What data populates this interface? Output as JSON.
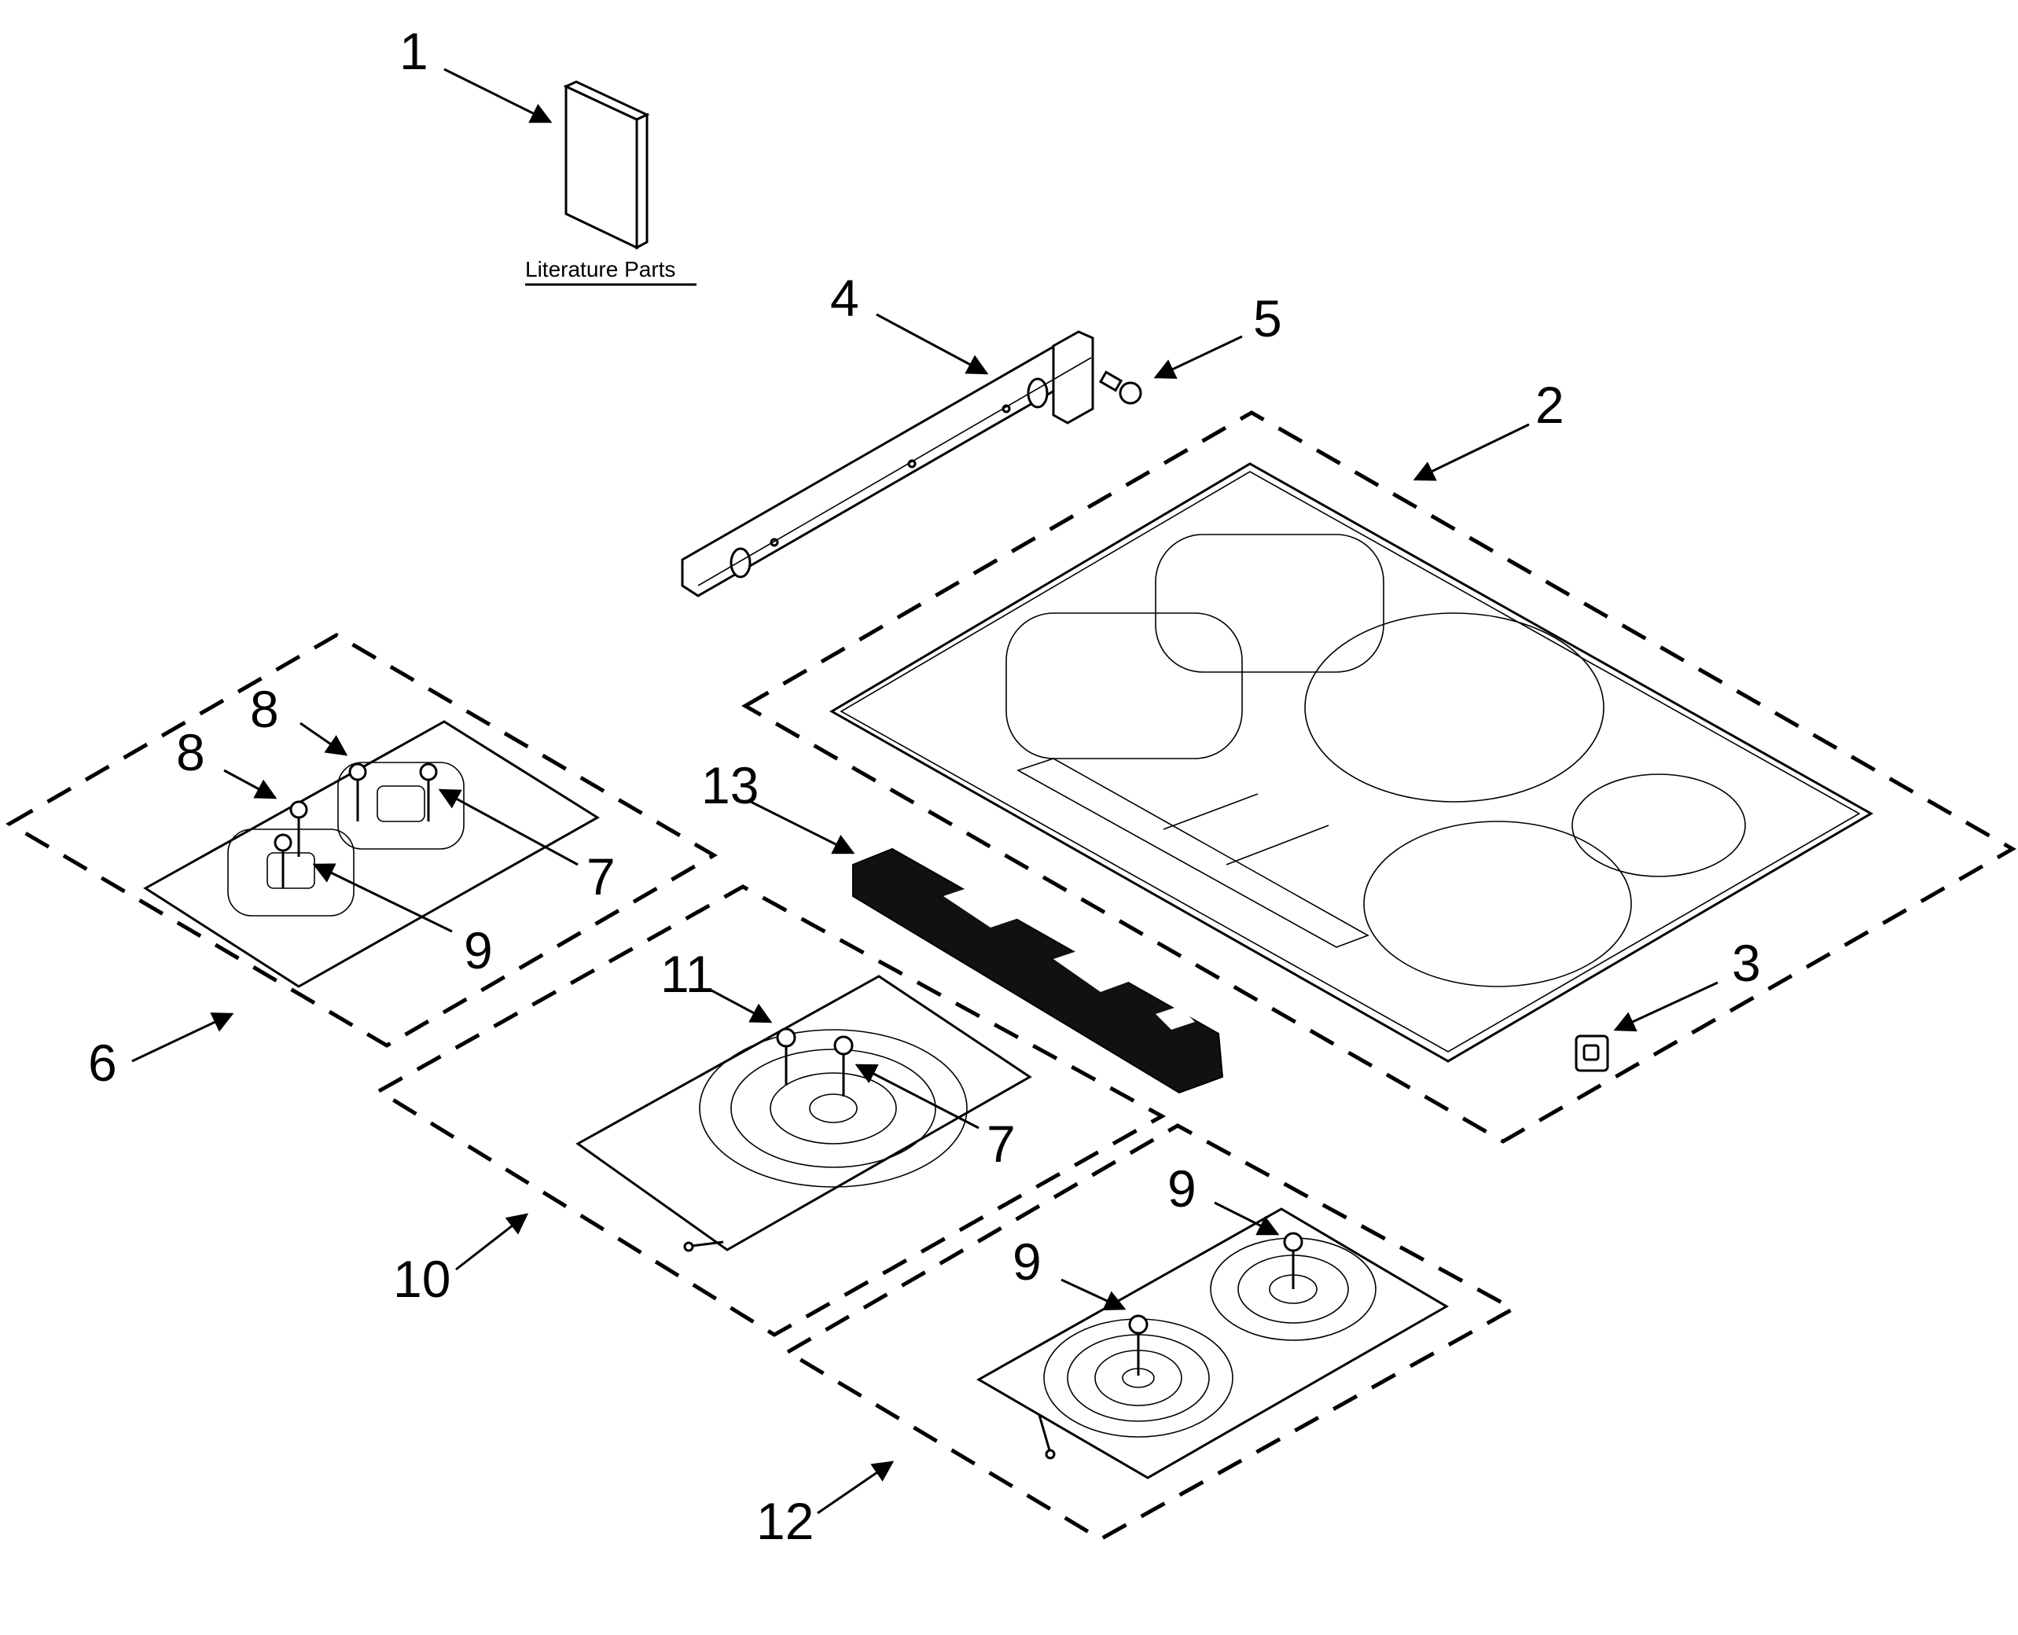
{
  "diagram": {
    "literature_label": "Literature Parts",
    "callouts": {
      "c1": "1",
      "c2": "2",
      "c3": "3",
      "c4": "4",
      "c5": "5",
      "c6": "6",
      "c7a": "7",
      "c7b": "7",
      "c8a": "8",
      "c8b": "8",
      "c9a": "9",
      "c9b": "9",
      "c9c": "9",
      "c10": "10",
      "c11": "11",
      "c12": "12",
      "c13": "13"
    }
  }
}
